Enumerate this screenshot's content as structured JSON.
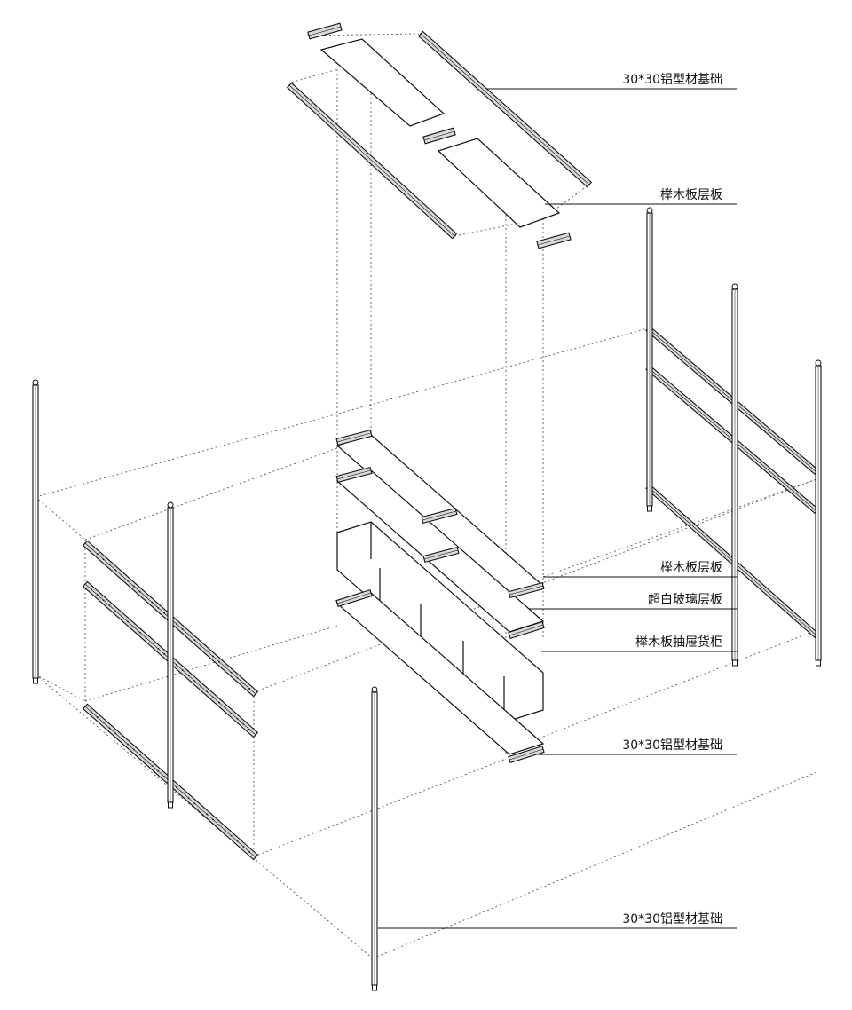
{
  "callouts": [
    {
      "text": "30*30铝型材基础"
    },
    {
      "text": "榉木板层板"
    },
    {
      "text": "榉木板层板"
    },
    {
      "text": "超白玻璃层板"
    },
    {
      "text": "榉木板抽屉货柜"
    },
    {
      "text": "30*30铝型材基础"
    },
    {
      "text": "30*30铝型材基础"
    }
  ],
  "colors": {
    "line": "#111111",
    "guide": "#555555",
    "fill": "#ffffff",
    "bar_fill": "#d9d9d9"
  }
}
